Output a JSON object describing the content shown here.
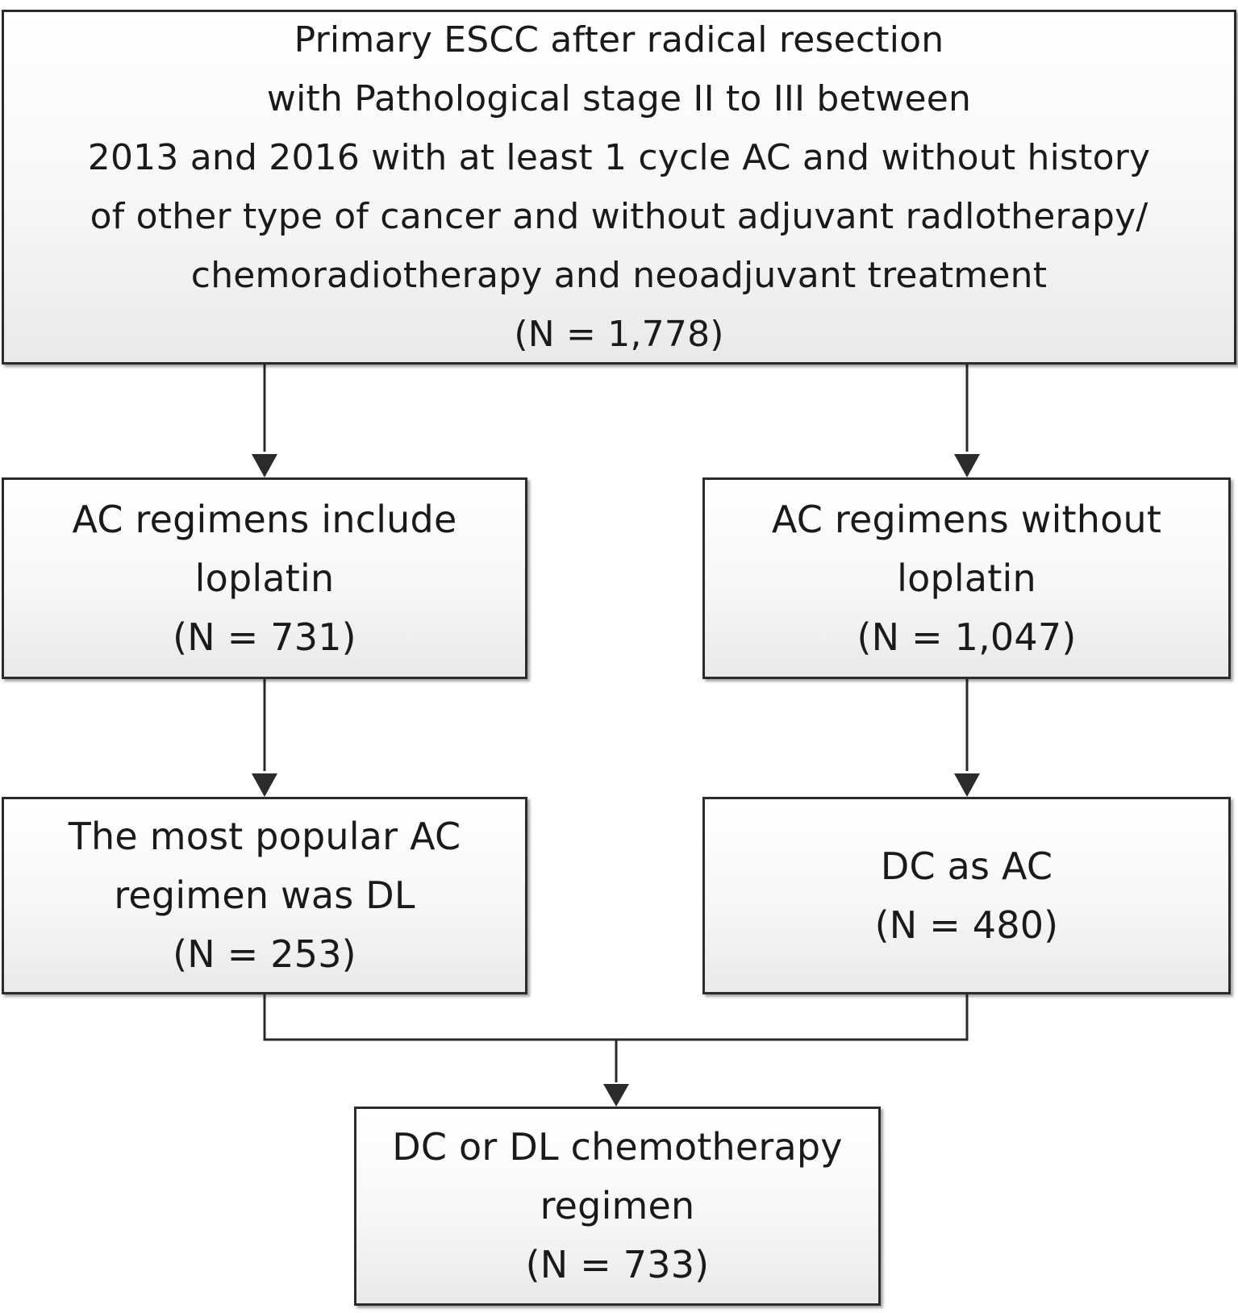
{
  "flowchart": {
    "top": {
      "lines": [
        "Primary ESCC after radical resection",
        "with Pathological stage II to III between",
        "2013 and 2016 with at least 1 cycle AC and without  history",
        "of other type of cancer and without adjuvant radlotherapy/",
        "chemoradiotherapy and neoadjuvant treatment",
        "(N = 1,778)"
      ]
    },
    "left_1": {
      "lines": [
        "AC regimens include",
        "loplatin",
        "(N = 731)"
      ]
    },
    "right_1": {
      "lines": [
        "AC regimens without",
        "loplatin",
        "(N = 1,047)"
      ]
    },
    "left_2": {
      "lines": [
        "The most popular AC",
        "regimen was DL",
        "(N = 253)"
      ]
    },
    "right_2": {
      "lines": [
        "DC as AC",
        "(N = 480)"
      ]
    },
    "bottom": {
      "lines": [
        "DC or DL chemotherapy",
        "regimen",
        "(N = 733)"
      ]
    }
  },
  "colors": {
    "border": "#2b2b2b",
    "line": "#2b2b2b",
    "text": "#1a1a1a"
  }
}
